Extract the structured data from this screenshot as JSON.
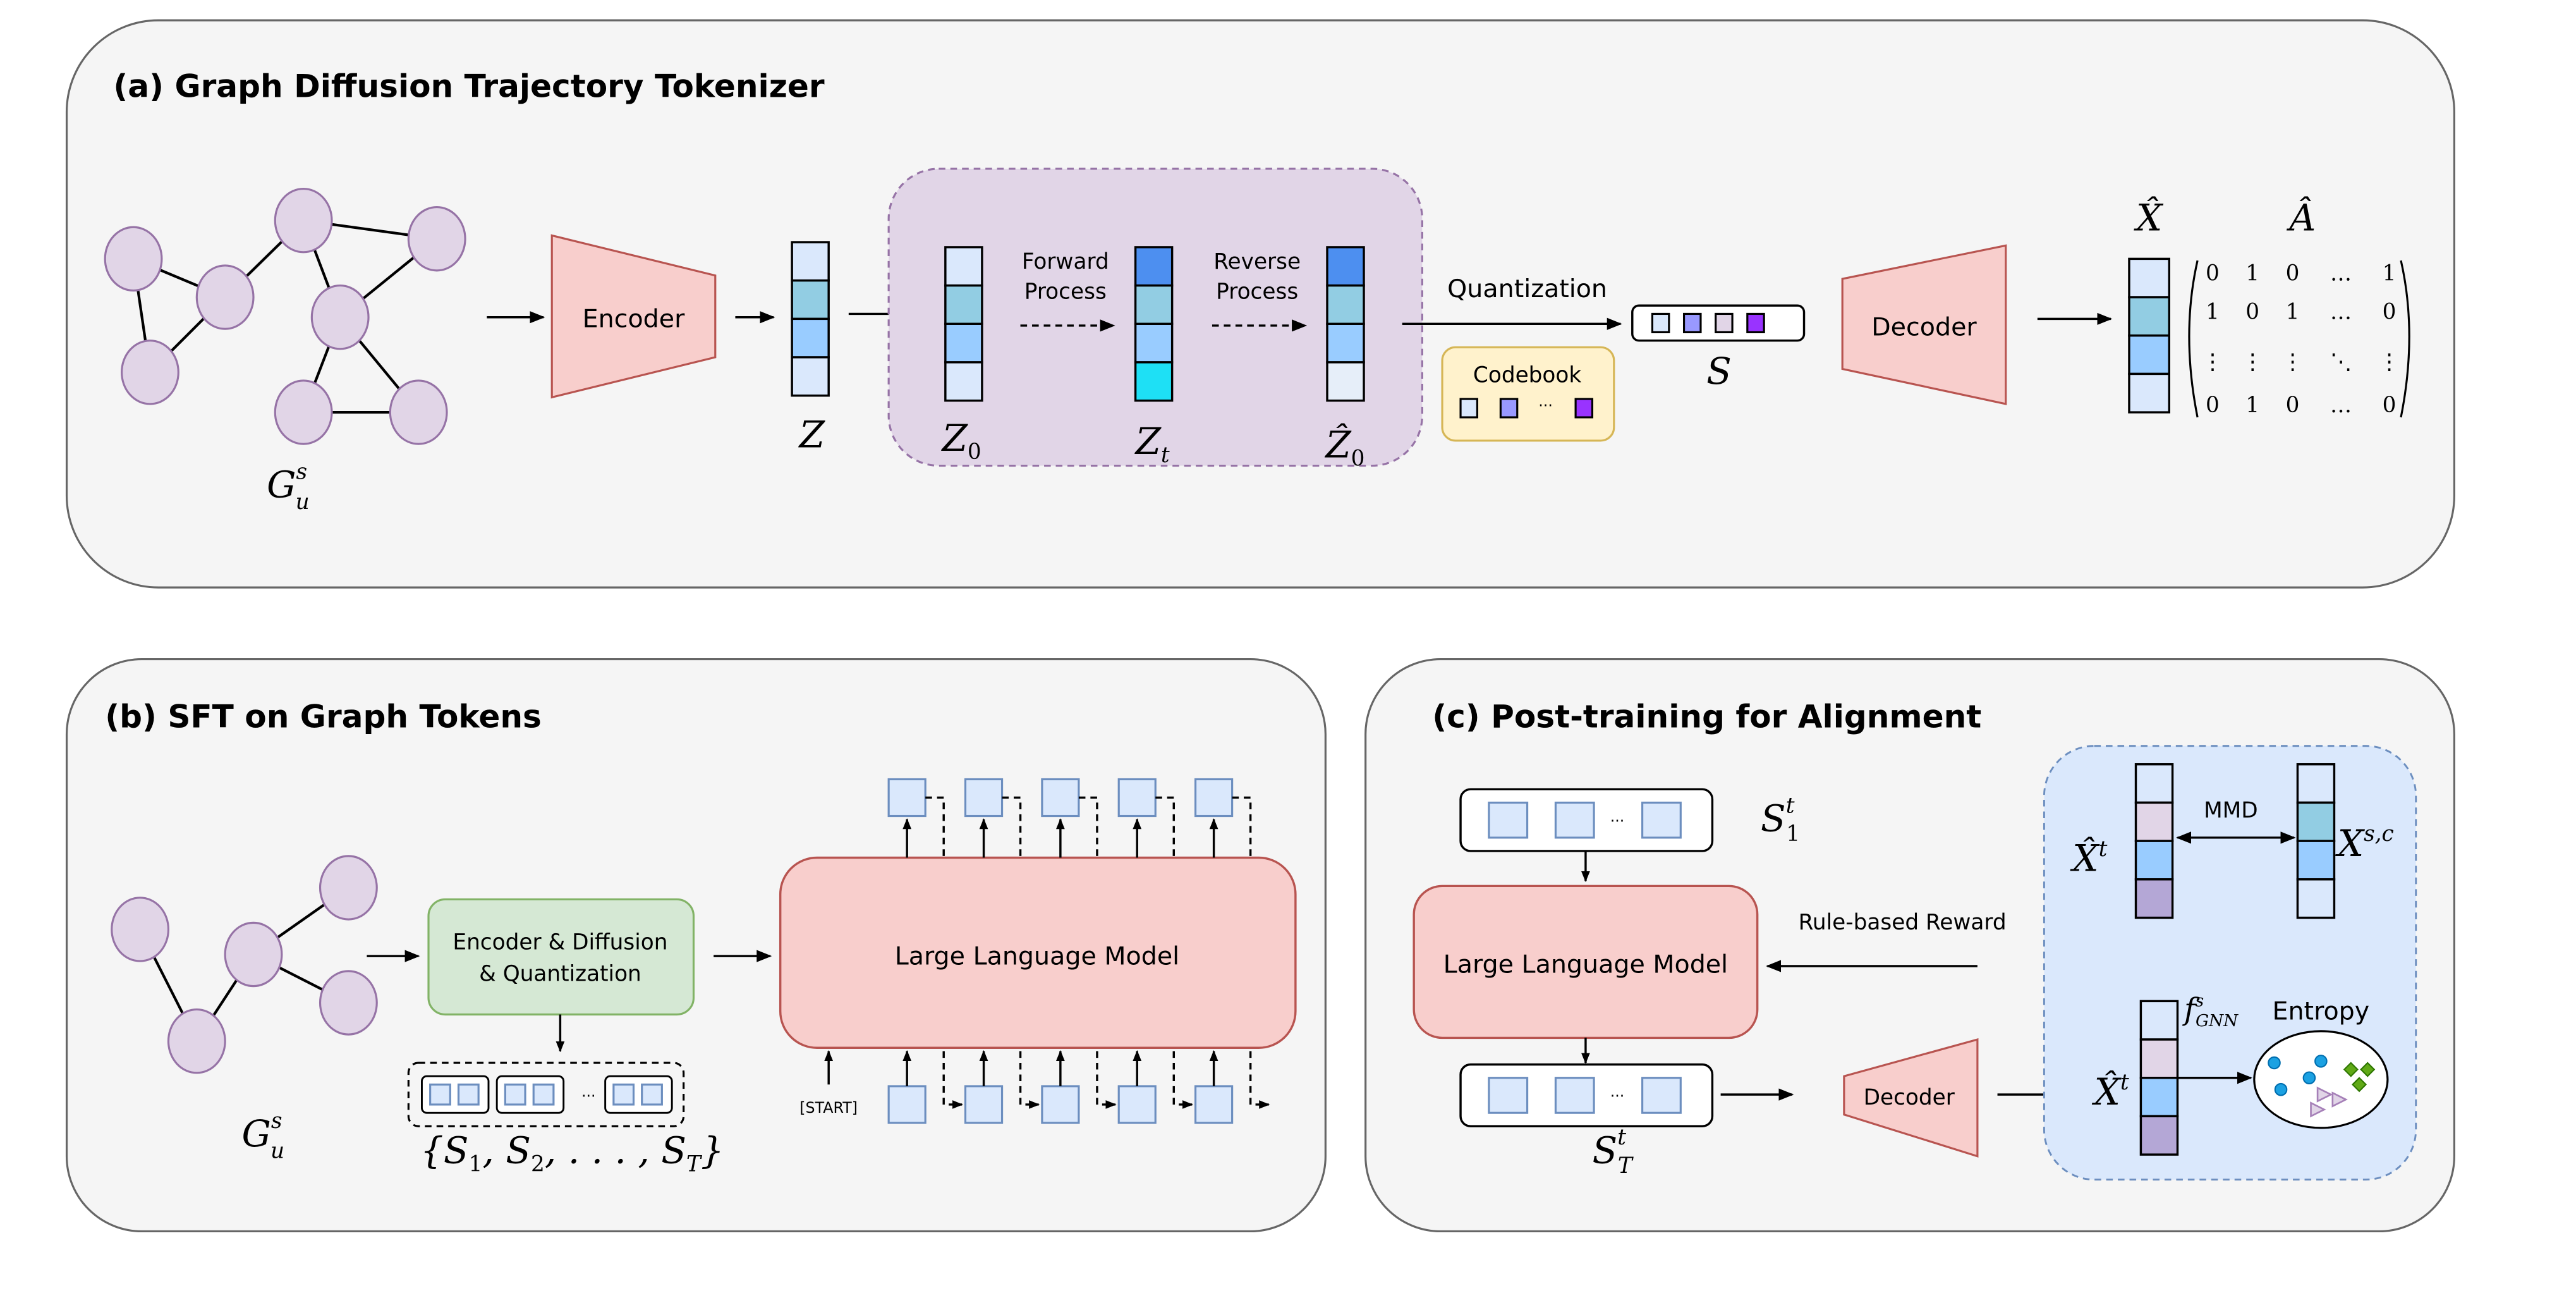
{
  "panels": {
    "a": {
      "title": "(a) Graph Diffusion Trajectory Tokenizer",
      "graph_label": "G",
      "graph_label_sup": "s",
      "graph_label_sub": "u",
      "encoder_label": "Encoder",
      "z_label": "Z",
      "z0_label": "Z",
      "z0_sub": "0",
      "zt_label": "Z",
      "zt_sub": "t",
      "zhat0_label": "Ẑ",
      "zhat0_sub": "0",
      "forward_label_1": "Forward",
      "forward_label_2": "Process",
      "reverse_label_1": "Reverse",
      "reverse_label_2": "Process",
      "quantization_label": "Quantization",
      "codebook_label": "Codebook",
      "codebook_ellipsis": "···",
      "s_label": "S",
      "decoder_label": "Decoder",
      "xhat_label": "X̂",
      "ahat_label": "Â",
      "matrix_rows": [
        [
          "0",
          "1",
          "0",
          "…",
          "1"
        ],
        [
          "1",
          "0",
          "1",
          "…",
          "0"
        ],
        [
          "⋮",
          "⋮",
          "⋮",
          "⋱",
          "⋮"
        ],
        [
          "0",
          "1",
          "0",
          "…",
          "0"
        ]
      ],
      "colors": {
        "z": [
          "#dae8fc",
          "#92cde3",
          "#99ccff",
          "#dae8fc"
        ],
        "z0": [
          "#dae8fc",
          "#92cde3",
          "#99ccff",
          "#dae8fc"
        ],
        "zt": [
          "#4d8ff0",
          "#92cde3",
          "#99ccff",
          "#1ee0f5"
        ],
        "zhat0": [
          "#4d8ff0",
          "#92cde3",
          "#99ccff",
          "#e6eef9"
        ],
        "s_tokens": [
          "#dae8fc",
          "#9999ff",
          "#e1d5e7",
          "#9933ff"
        ],
        "codebook_tokens": [
          "#dae8fc",
          "#9999ff",
          "#9933ff"
        ],
        "xhat": [
          "#dae8fc",
          "#92cde3",
          "#99ccff",
          "#dae8fc"
        ],
        "diffusion_bg": "#e1d5e7",
        "codebook_bg": "#fff2cc"
      }
    },
    "b": {
      "title": "(b) SFT on Graph Tokens",
      "graph_label": "G",
      "graph_label_sup": "s",
      "graph_label_sub": "u",
      "edq_label_1": "Encoder & Diffusion",
      "edq_label_2": "& Quantization",
      "seq_ellipsis": "···",
      "set_label": "{S₁, S₂, . . . , S_T}",
      "set_parts": [
        "{",
        "S",
        "1",
        ", ",
        "S",
        "2",
        ", . . . , ",
        "S",
        "T",
        "}"
      ],
      "llm_label": "Large Language Model",
      "start_label": "[START]",
      "token_count": 5
    },
    "c": {
      "title": "(c) Post-training for Alignment",
      "s1_label": "S",
      "s1_sup": "t",
      "s1_sub": "1",
      "st_label": "S",
      "st_sup": "t",
      "st_sub": "T",
      "seq_ellipsis": "···",
      "llm_label": "Large Language Model",
      "reward_label": "Rule-based Reward",
      "decoder_label": "Decoder",
      "mmd_label": "MMD",
      "xhat_t_label": "X̂",
      "xhat_t_sup": "t",
      "xsc_label": "X",
      "xsc_sup": "s,c",
      "fgnn_label": "f",
      "fgnn_sup": "s",
      "fgnn_sub": "GNN",
      "entropy_label": "Entropy",
      "colors": {
        "xhat_t": [
          "#dae8fc",
          "#e1d5e7",
          "#99ccff",
          "#b4a7d6"
        ],
        "xsc": [
          "#dae8fc",
          "#92cde3",
          "#99ccff",
          "#dae8fc"
        ],
        "reward_bg": "#dae8fc",
        "circle_points": "#1ba1e2",
        "diamond_points": "#60a917",
        "triangle_points": "#a680b8"
      }
    }
  }
}
